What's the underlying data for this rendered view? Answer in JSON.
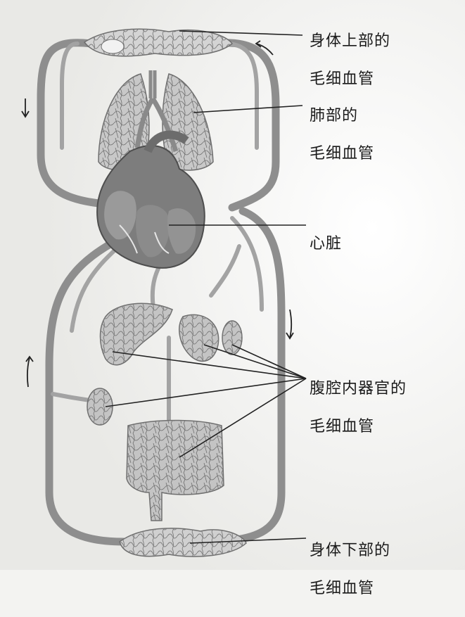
{
  "labels": {
    "upper_body_capillaries": [
      "身体上部的",
      "毛细血管"
    ],
    "lung_capillaries": [
      "肺部的",
      "毛细血管"
    ],
    "heart": "心脏",
    "abdominal_organ_capillaries": [
      "腹腔内器官的",
      "毛细血管"
    ],
    "lower_body_capillaries": [
      "身体下部的",
      "毛细血管"
    ]
  },
  "colors": {
    "vessel": "#8e8e8e",
    "vessel_light": "#b9b9b9",
    "organ_fill": "#c8c8c8",
    "heart_fill": "#7d7d7d",
    "leader_line": "#222222",
    "paper": "#f3f3f1"
  },
  "icons": {
    "flow_arrows": "curved-arrow-icon"
  }
}
